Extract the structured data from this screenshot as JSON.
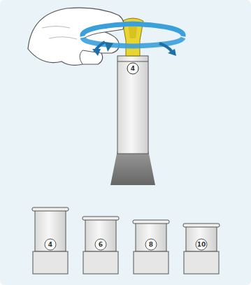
{
  "diagram": {
    "labels": [
      "4",
      "4",
      "6",
      "8",
      "10"
    ]
  }
}
